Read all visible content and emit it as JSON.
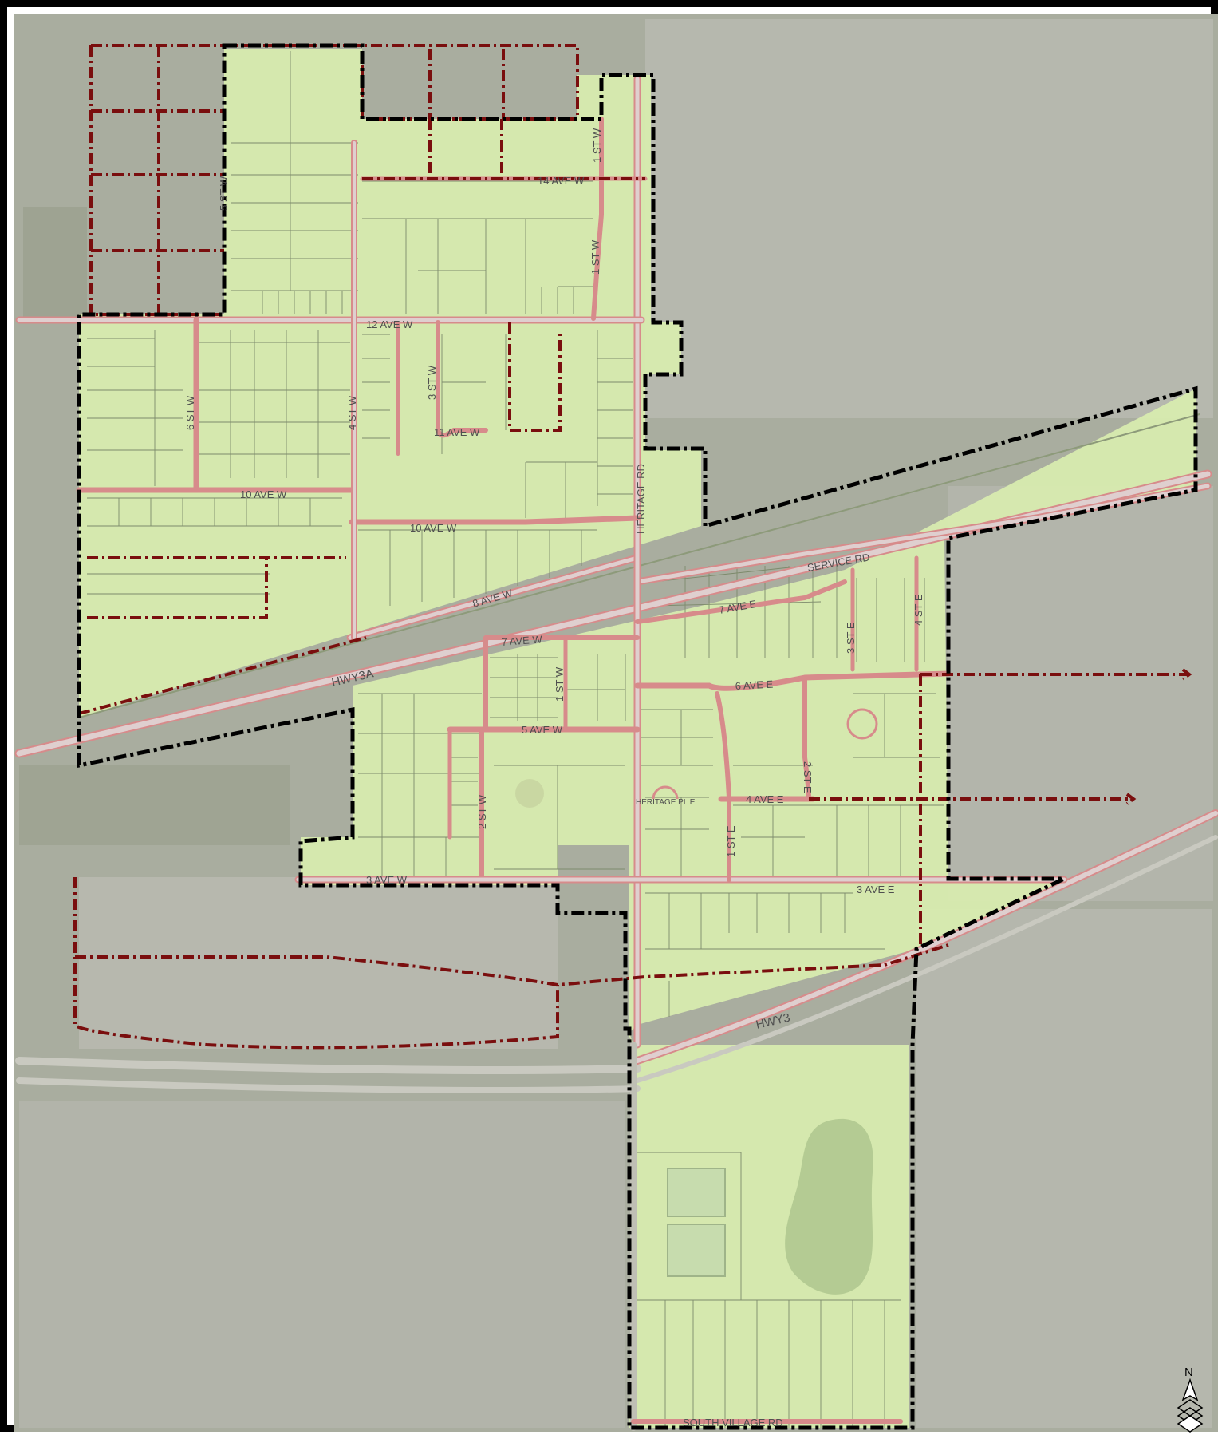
{
  "map": {
    "colors": {
      "background": "#a9ad9f",
      "field": "#b3b5ab",
      "developed_area": "#d9edaf",
      "road_fill": "#dfcfcf",
      "road_edge": "#d78b8b",
      "boundary": "#000000",
      "proposed_boundary": "#7a0e0e",
      "parcel_line": "#7d8a6c"
    },
    "streets": {
      "ave_14_w": "14 AVE W",
      "ave_12_w": "12 AVE W",
      "ave_11_w": "11 AVE W",
      "ave_10_w_a": "10 AVE W",
      "ave_10_w_b": "10 AVE W",
      "ave_8_w": "8 AVE W",
      "ave_7_w": "7 AVE W",
      "ave_7_e": "7 AVE E",
      "ave_6_e": "6 AVE E",
      "ave_5_w": "5 AVE W",
      "ave_4_e": "4 AVE E",
      "ave_3_w": "3 AVE W",
      "ave_3_e": "3 AVE E",
      "st_5_w": "5 ST W",
      "st_6_w": "6 ST W",
      "st_4_w": "4 ST W",
      "st_3_w": "3 ST W",
      "st_2_w": "2 ST W",
      "st_1_w_a": "1 ST W",
      "st_1_w_b": "1 ST W",
      "st_1_w_c": "1 ST W",
      "st_1_e": "1 ST E",
      "st_2_e": "2 ST E",
      "st_3_e": "3 ST E",
      "st_4_e": "4 ST E",
      "heritage_rd": "HERITAGE RD",
      "heritage_pl_e": "HERITAGE PL E",
      "service_rd": "SERVICE RD",
      "hwy_3a": "HWY3A",
      "hwy_3": "HWY3",
      "south_village_rd": "SOUTH VILLAGE RD"
    },
    "north_arrow": {
      "letter": "N",
      "icon": "north-arrow-icon"
    }
  }
}
